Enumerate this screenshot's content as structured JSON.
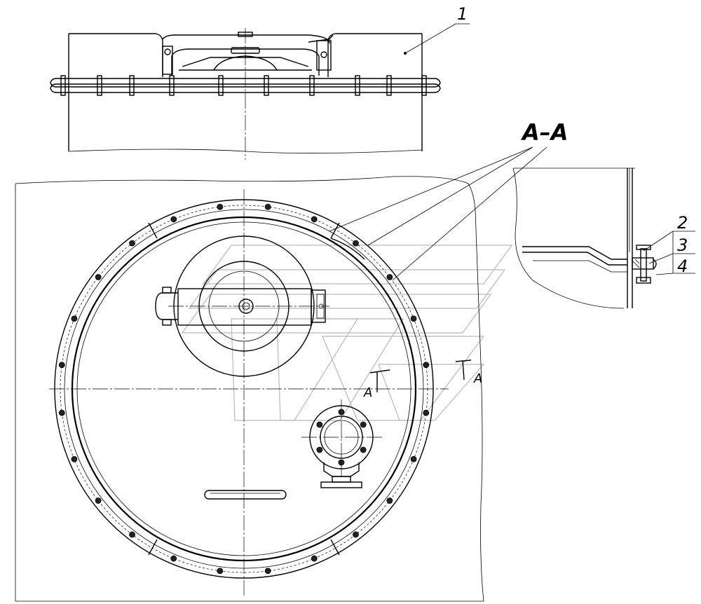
{
  "callouts": {
    "item1": "1",
    "item2": "2",
    "item3": "3",
    "item4": "4"
  },
  "section": {
    "title": "A–A",
    "mark_left": "A",
    "mark_right": "A"
  },
  "colors": {
    "line": "#000000",
    "watermark": "#b9b9b9",
    "background": "#ffffff"
  },
  "flange_bolt_count": 24,
  "port_bolt_count": 6
}
